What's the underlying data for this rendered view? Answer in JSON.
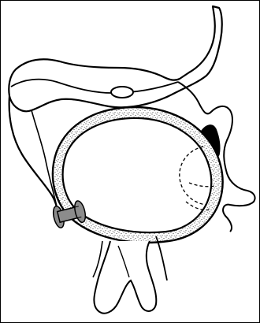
{
  "figure": {
    "background": "#ffffff",
    "line_color": "#000000",
    "stipple_color": "#000000",
    "implant_color": "#8c8c8c",
    "icon_names": [
      "diagram-border",
      "bone-outline",
      "orbital-rim",
      "globe-outline",
      "stippled-implant-ring",
      "dashed-muscle-outline",
      "dark-lateral-fragment",
      "grey-spool-implant",
      "lower-bone-fragment"
    ]
  }
}
